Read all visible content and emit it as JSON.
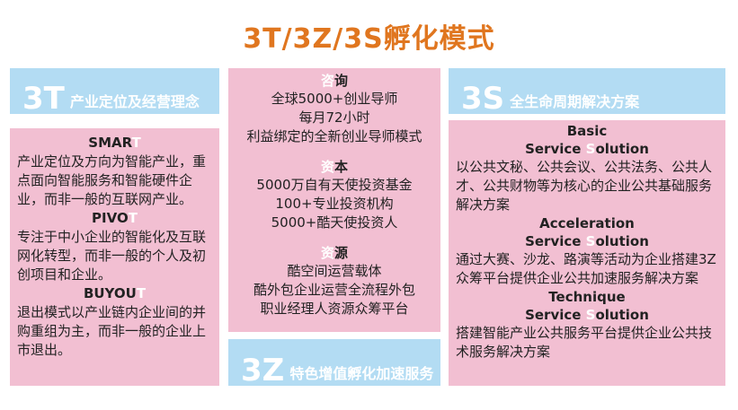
{
  "title": "3T/3Z/3S孵化模式",
  "t3": {
    "badge": "3T",
    "header": "产业定位及经营理念",
    "items": [
      {
        "head_main": "SMAR",
        "head_tail": "T",
        "body": "产业定位及方向为智能产业，重点面向智能服务和智能硬件企业，而非一般的互联网产业。"
      },
      {
        "head_main": "PIVO",
        "head_tail": "T",
        "body": "专注于中小企业的智能化及互联网化转型，而非一般的个人及初创项目和企业。"
      },
      {
        "head_main": "BUYOU",
        "head_tail": "T",
        "body": "退出模式以产业链内企业间的并购重组为主，而非一般的企业上市退出。"
      }
    ]
  },
  "z3": {
    "badge": "3Z",
    "header": "特色增值孵化加速服务",
    "sections": [
      {
        "head_hl": "咨",
        "head_rest": "询",
        "lines": [
          "全球5000+创业导师",
          "每月72小时",
          "利益绑定的全新创业导师模式"
        ]
      },
      {
        "head_hl": "资",
        "head_rest": "本",
        "lines": [
          "5000万自有天使投资基金",
          "100+专业投资机构",
          "5000+酷天使投资人"
        ]
      },
      {
        "head_hl": "资",
        "head_rest": "源",
        "lines": [
          "酷空间运营载体",
          "酷外包企业运营全流程外包",
          "职业经理人资源众筹平台"
        ]
      }
    ]
  },
  "s3": {
    "badge": "3S",
    "header": "全生命周期解决方案",
    "items": [
      {
        "name": "Basic",
        "service_a": "Service ",
        "service_hl": "S",
        "service_b": "olution",
        "body": "以公共文秘、公共会议、公共法务、公共人才、公共财物等为核心的企业公共基础服务解决方案"
      },
      {
        "name": "Acceleration",
        "service_a": "Service ",
        "service_hl": "S",
        "service_b": "olution",
        "body": "通过大赛、沙龙、路演等活动为企业搭建3Z众筹平台提供企业公共加速服务解决方案"
      },
      {
        "name": "Technique",
        "service_a": "Service ",
        "service_hl": "S",
        "service_b": "olution",
        "body": "搭建智能产业公共服务平台提供企业公共技术服务解决方案"
      }
    ]
  },
  "colors": {
    "title": "#e0761f",
    "blue": "#b3dcf3",
    "pink": "#f2bfd2",
    "highlight": "#ffffff"
  }
}
